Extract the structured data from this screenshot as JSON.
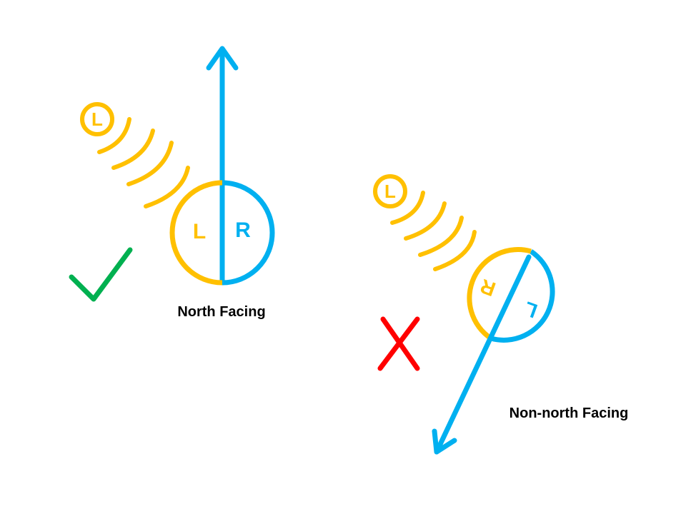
{
  "colors": {
    "left": "#FFC000",
    "right": "#00B0F0",
    "correct": "#00B050",
    "wrong": "#FF0000",
    "text": "#000000",
    "background": "#FFFFFF"
  },
  "north_panel": {
    "caption": "North Facing",
    "circle_left_label": "L",
    "circle_right_label": "R",
    "source_label": "L",
    "verdict_icon": "checkmark-icon",
    "direction_icon": "arrow-up-icon"
  },
  "non_north_panel": {
    "caption": "Non-north Facing",
    "circle_left_label": "R",
    "circle_right_label": "L",
    "source_label": "L",
    "verdict_icon": "cross-icon",
    "direction_icon": "arrow-down-left-icon"
  }
}
